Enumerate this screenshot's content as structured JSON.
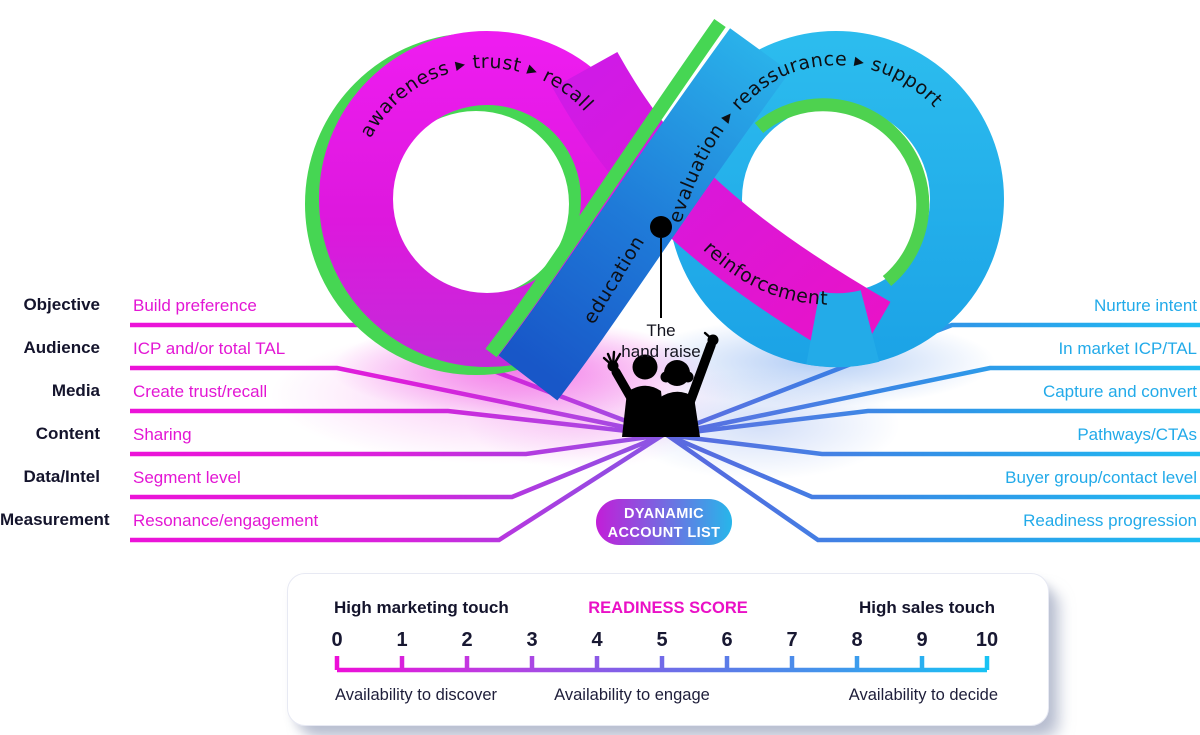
{
  "loop": {
    "left_arc_text": "awareness ▸ trust ▸ recall",
    "right_arc_text": "evaluation ▸ reassurance ▸ support",
    "education_label": "education",
    "reinforcement_label": "reinforcement",
    "left_stages": [
      "awareness",
      "trust",
      "recall"
    ],
    "right_stages": [
      "education",
      "evaluation",
      "reassurance",
      "support",
      "reinforcement"
    ],
    "hand_raise_line1": "The",
    "hand_raise_line2": "hand raise"
  },
  "rows": [
    {
      "label": "Objective",
      "left": "Build preference",
      "right": "Nurture intent"
    },
    {
      "label": "Audience",
      "left": "ICP and/or total TAL",
      "right": "In market ICP/TAL"
    },
    {
      "label": "Media",
      "left": "Create trust/recall",
      "right": "Capture and convert"
    },
    {
      "label": "Content",
      "left": "Sharing",
      "right": "Pathways/CTAs"
    },
    {
      "label": "Data/Intel",
      "left": "Segment level",
      "right": "Buyer group/contact level"
    },
    {
      "label": "Measurement",
      "left": "Resonance/engagement",
      "right": "Readiness progression"
    }
  ],
  "badge": {
    "line1": "DYANAMIC",
    "line2": "ACCOUNT LIST"
  },
  "readiness": {
    "left_title": "High marketing touch",
    "title": "READINESS SCORE",
    "right_title": "High sales touch",
    "ticks": [
      "0",
      "1",
      "2",
      "3",
      "4",
      "5",
      "6",
      "7",
      "8",
      "9",
      "10"
    ],
    "scale_min": 0,
    "scale_max": 10,
    "zones": [
      "Availability to discover",
      "Availability to engage",
      "Availability to decide"
    ]
  },
  "colors": {
    "magenta": "#e316d4",
    "magenta_ring": "#e01ae0",
    "cyan": "#22aae9",
    "cyan_ring": "#27b6ea",
    "green": "#46d653",
    "purple_connector": "#8355e4",
    "blue_connector": "#5a63de",
    "dark_text": "#14142c",
    "white": "#ffffff"
  }
}
